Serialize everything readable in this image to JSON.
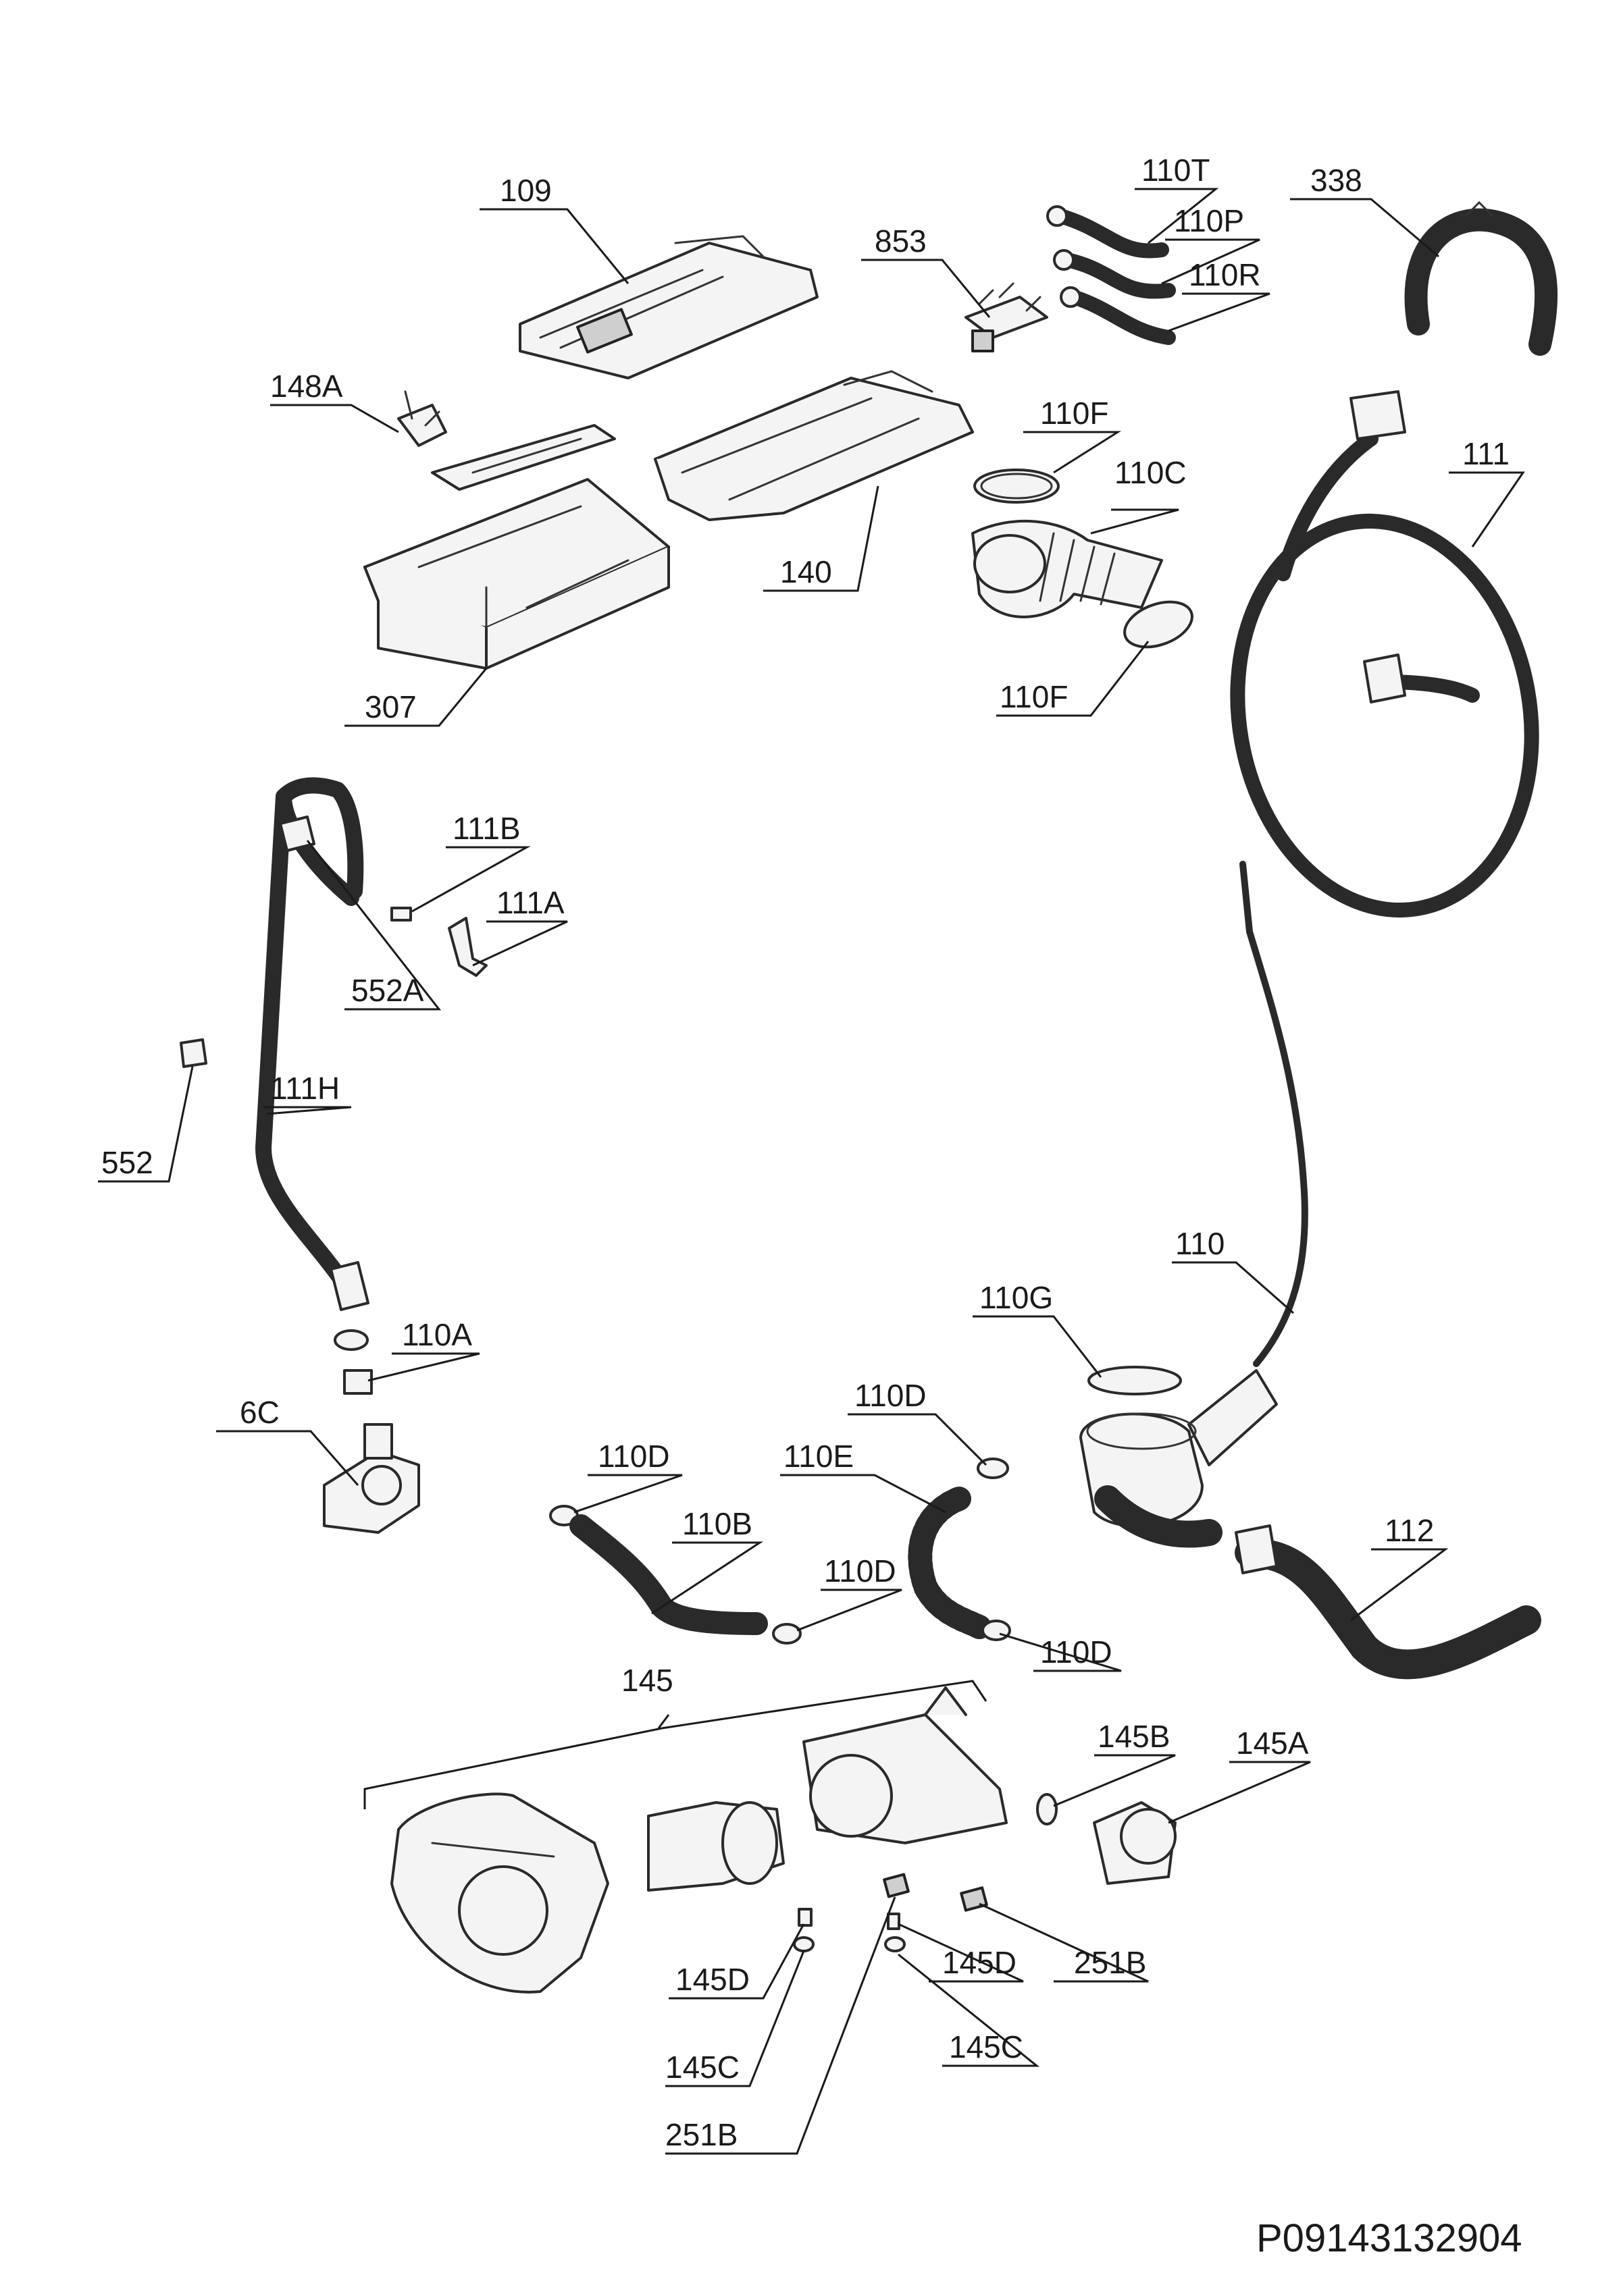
{
  "labels": {
    "p109": "109",
    "p853": "853",
    "p110T": "110T",
    "p110P": "110P",
    "p110R": "110R",
    "p338": "338",
    "p148A": "148A",
    "p110F_top": "110F",
    "p110C": "110C",
    "p111": "111",
    "p140": "140",
    "p307": "307",
    "p110F_bot": "110F",
    "p111B": "111B",
    "p111A": "111A",
    "p552A": "552A",
    "p111H": "111H",
    "p552": "552",
    "p110": "110",
    "p110G": "110G",
    "p110A": "110A",
    "p6C": "6C",
    "p110D_r": "110D",
    "p110D_l": "110D",
    "p110E": "110E",
    "p110B": "110B",
    "p110D_m": "110D",
    "p112": "112",
    "p110D_b": "110D",
    "p145": "145",
    "p145B": "145B",
    "p145A": "145A",
    "p145D_l": "145D",
    "p145D_r": "145D",
    "p251B_r": "251B",
    "p145C_l": "145C",
    "p145C_r": "145C",
    "p251B_l": "251B"
  },
  "document_code": "P09143132904",
  "colors": {
    "line": "#1a1a1a",
    "part_fill": "#f4f4f4",
    "part_shade": "#cfcfcf"
  }
}
